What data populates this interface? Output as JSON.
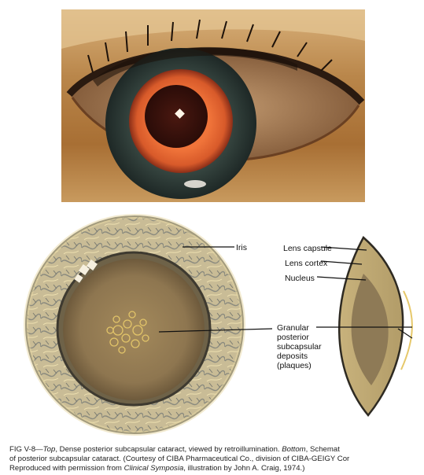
{
  "labels": {
    "iris": "Iris",
    "lens_capsule": "Lens capsule",
    "lens_cortex": "Lens cortex",
    "nucleus": "Nucleus",
    "deposits": [
      "Granular",
      "posterior",
      "subcapsular",
      "deposits",
      "(plaques)"
    ]
  },
  "caption": {
    "line1_a": "FIG V-8—",
    "line1_top": "Top",
    "line1_b": ", Dense posterior subcapsular cataract, viewed by retroillumination. ",
    "line1_bottom": "Bottom",
    "line1_c": ", Schemat",
    "line2": "of posterior subcapsular cataract. (Courtesy of CIBA Pharmaceutical Co., division of CIBA-GEIGY Cor",
    "line3_a": "Reproduced with permission from ",
    "line3_journal": "Clinical Symposia",
    "line3_b": ", illustration by John A. Craig, 1974.)"
  },
  "colors": {
    "photo_skin": "#b07a3a",
    "iris_ring": "#2e3b36",
    "pupil_glow": "#e8602c",
    "lens_tan": "#c7b07a",
    "nucleus": "#9a8458"
  }
}
